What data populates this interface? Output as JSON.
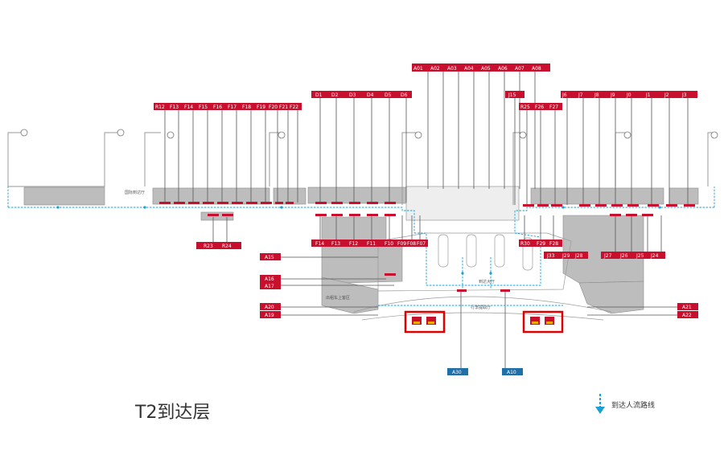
{
  "floor_title": "T2到达层",
  "legend": {
    "label": "到达人流路线",
    "arrow_icon": "dashed-down-arrow-icon",
    "color": "#1aa0d8"
  },
  "colors": {
    "gate_red": "#c8102e",
    "arrival_blue": "#1f6fa8",
    "flow_cyan": "#1aa0d8",
    "building_gray": "#bdbdbd",
    "highlight_red": "#e00000"
  },
  "gate_groups": [
    {
      "id": "top-center",
      "labels": [
        "A01",
        "A02",
        "A03",
        "A04",
        "A05",
        "A06",
        "A07",
        "A08"
      ]
    },
    {
      "id": "left-upper",
      "labels": [
        "R12",
        "F13",
        "F14",
        "F15",
        "F16",
        "F17",
        "F18",
        "F19",
        "F20",
        "F21",
        "F22"
      ]
    },
    {
      "id": "center-left",
      "labels": [
        "D1",
        "D2",
        "D3",
        "D4",
        "D5",
        "D6"
      ]
    },
    {
      "id": "center-right-a",
      "labels": [
        "J15"
      ]
    },
    {
      "id": "center-right-b",
      "labels": [
        "R25",
        "F26",
        "F27"
      ]
    },
    {
      "id": "right-upper",
      "labels": [
        "J6",
        "J7",
        "J8",
        "J9",
        "J0",
        "J1",
        "J2",
        "J3"
      ]
    },
    {
      "id": "left-lower",
      "labels": [
        "R23",
        "R24"
      ]
    },
    {
      "id": "center-lower-left",
      "labels": [
        "F14",
        "F13",
        "F12",
        "F11",
        "F10",
        "F09",
        "F08",
        "F07"
      ]
    },
    {
      "id": "center-lower-right-a",
      "labels": [
        "R30",
        "F29",
        "F28"
      ]
    },
    {
      "id": "center-lower-right-b",
      "labels": [
        "J33",
        "J29",
        "J28"
      ]
    },
    {
      "id": "right-lower",
      "labels": [
        "J27",
        "J26",
        "J25",
        "J24"
      ]
    }
  ],
  "arrival_exits_left": [
    "A15",
    "A16",
    "A17",
    "A20",
    "A19"
  ],
  "arrival_exits_right": [
    "A21",
    "A22"
  ],
  "arrival_exits_bottom": [
    "A30",
    "A10"
  ],
  "area_labels": [
    "国际到达厅",
    "出租车上客区",
    "到达大厅",
    "行李提取厅"
  ]
}
